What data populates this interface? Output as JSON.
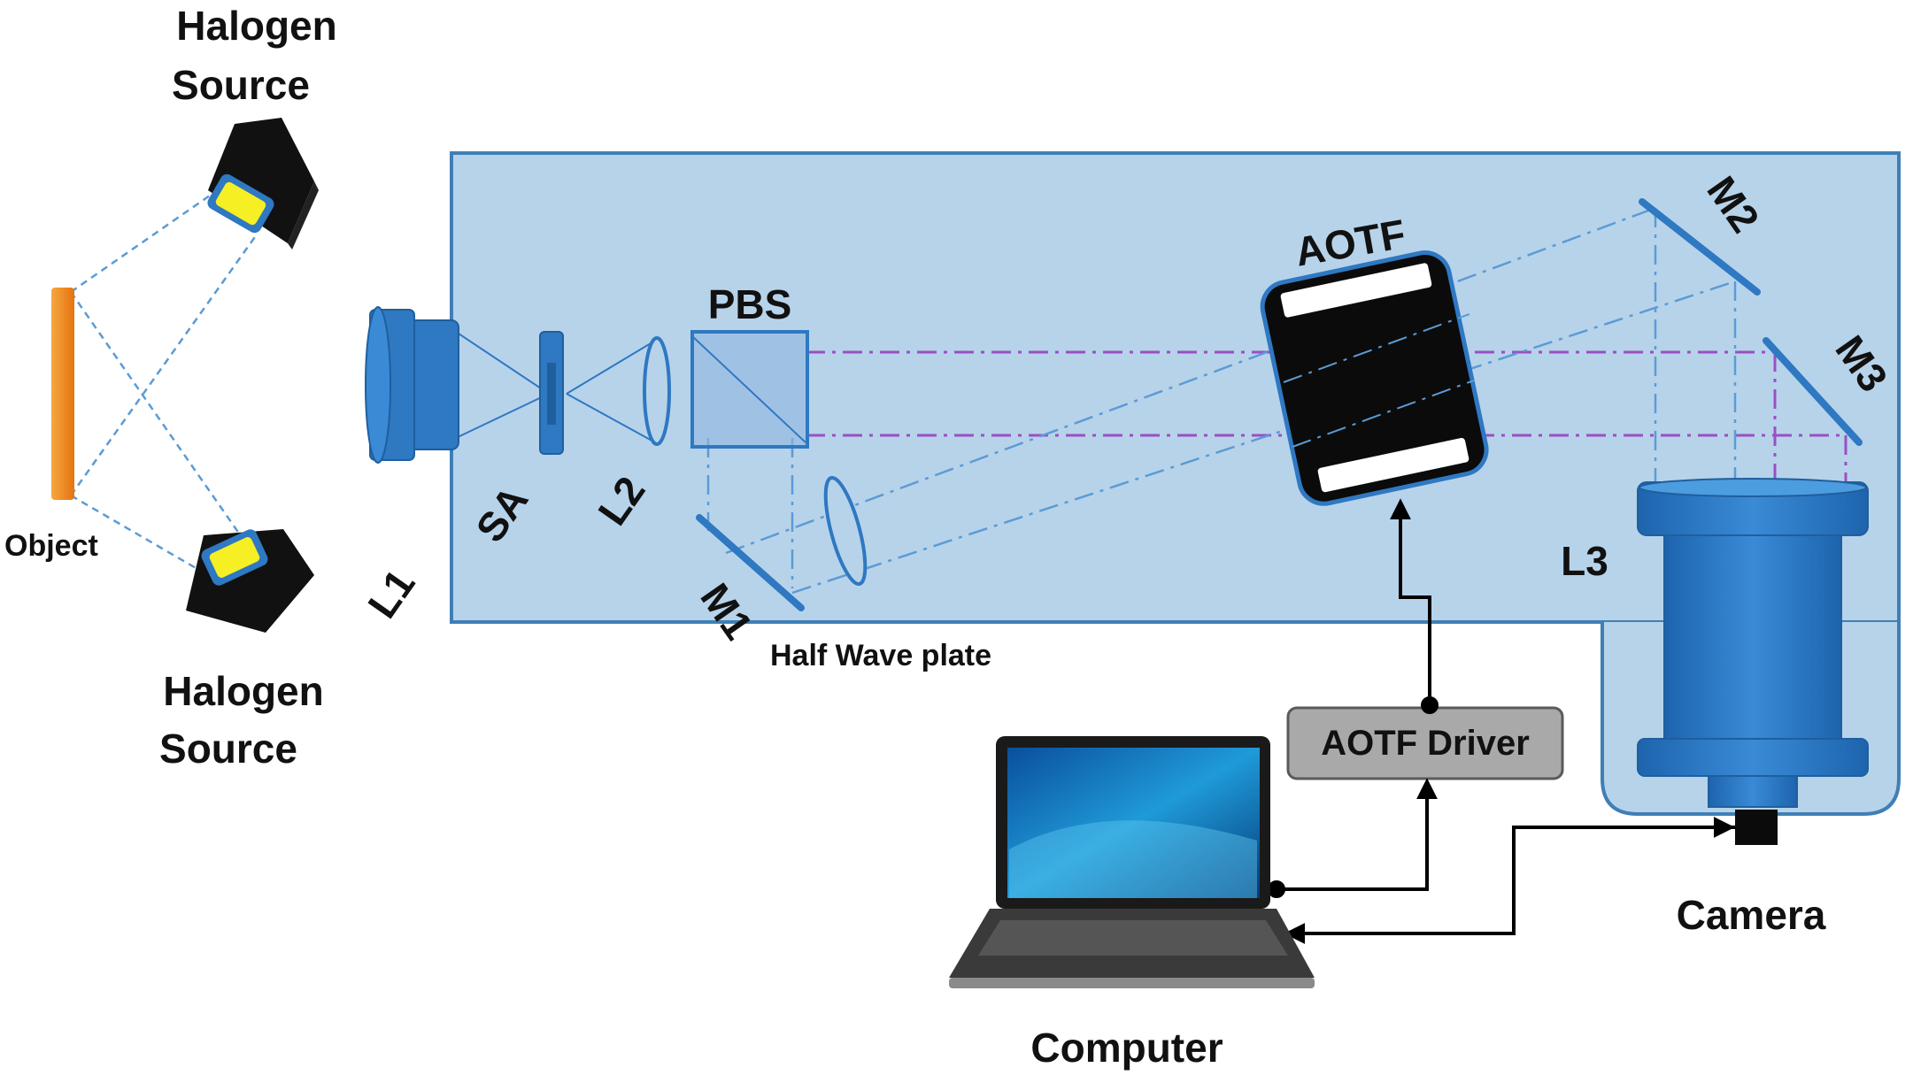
{
  "labels": {
    "halogen_top_line1": "Halogen",
    "halogen_top_line2": "Source",
    "halogen_bottom_line1": "Halogen",
    "halogen_bottom_line2": "Source",
    "object": "Object",
    "l1": "L1",
    "sa": "SA",
    "l2": "L2",
    "pbs": "PBS",
    "m1": "M1",
    "half_wave_plate": "Half Wave plate",
    "aotf": "AOTF",
    "m2": "M2",
    "m3": "M3",
    "l3": "L3",
    "aotf_driver": "AOTF Driver",
    "computer": "Computer",
    "camera": "Camera"
  },
  "colors": {
    "enclosure_fill": "#b7d3ea",
    "enclosure_stroke": "#3f7fb6",
    "optic_blue": "#2f78c2",
    "optic_dark": "#1f5f9e",
    "beam_purple": "#9b4fc4",
    "beam_blue": "#5b9bd5",
    "object_orange": "#f28a1c",
    "lamp_yellow": "#f5ef24",
    "driver_fill": "#a9a9a9"
  }
}
